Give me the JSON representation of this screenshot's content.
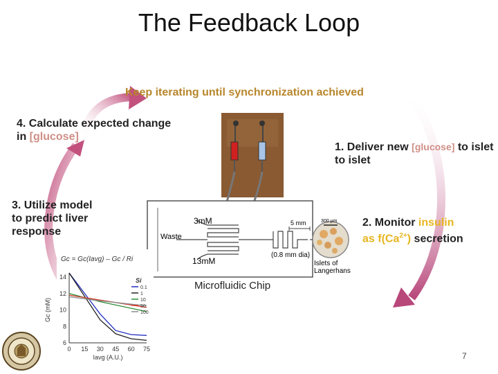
{
  "slide": {
    "title": "The Feedback Loop",
    "loop_caption": "Keep iterating until synchronization achieved",
    "chip_caption": "Microfluidic Chip",
    "page_number": "7"
  },
  "steps": {
    "s4": {
      "pre": "4. Calculate expected change",
      "line2_pre": "in ",
      "highlight": "[glucose]"
    },
    "s1": {
      "pre": "1. Deliver new ",
      "highlight": "[glucose]",
      "post": " to islet",
      "line2": "to islet"
    },
    "s3": {
      "line1": "3. Utilize model",
      "line2": "to predict liver",
      "line3": "response"
    },
    "s2": {
      "line1_pre": "2. Monitor ",
      "line1_hl": "insulin",
      "line2_hl": "as f(Ca",
      "sup": "2+",
      "line2_hl_close": ")",
      "line2_post": " secretion"
    }
  },
  "chip": {
    "label_3mm": "3mM",
    "label_13mm": "13mM",
    "label_waste": "Waste",
    "label_5mm": "5 mm",
    "label_dia": "(0.8 mm dia)",
    "label_islets": "Islets of",
    "label_langerhans": "Langerhans",
    "label_scale": "300 µm"
  },
  "graph": {
    "equation": "Gc = Gc(Iavg) – Gc / Ri",
    "legend_title": "Si",
    "legend_entries": [
      "0.1",
      "1",
      "10",
      "50",
      "100"
    ],
    "xlabel": "Iavg (A.U.)",
    "ylabel": "Gc (mM)",
    "colors": [
      "#1f2dbf",
      "#222222",
      "#2f8f3a",
      "#d43a2a",
      "#8a8a8a"
    ]
  },
  "chart_data": {
    "type": "line",
    "xlabel": "Iavg (A.U.)",
    "ylabel": "Gc (mM)",
    "x_ticks": [
      0,
      15,
      30,
      45,
      60,
      75
    ],
    "y_ticks": [
      6,
      8,
      10,
      12,
      14
    ],
    "xlim": [
      0,
      75
    ],
    "ylim": [
      6,
      14
    ],
    "series": [
      {
        "name": "0.1",
        "points": [
          [
            0,
            14.5
          ],
          [
            30,
            9.5
          ],
          [
            45,
            7.5
          ],
          [
            60,
            7.0
          ],
          [
            75,
            6.9
          ]
        ]
      },
      {
        "name": "1",
        "points": [
          [
            0,
            14.5
          ],
          [
            30,
            8.8
          ],
          [
            45,
            7.1
          ],
          [
            60,
            6.5
          ],
          [
            75,
            6.3
          ]
        ]
      },
      {
        "name": "10",
        "points": [
          [
            0,
            12.0
          ],
          [
            30,
            11.0
          ],
          [
            45,
            10.6
          ],
          [
            60,
            10.2
          ],
          [
            75,
            9.8
          ]
        ]
      },
      {
        "name": "50",
        "points": [
          [
            0,
            11.8
          ],
          [
            30,
            11.2
          ],
          [
            45,
            10.9
          ],
          [
            60,
            10.6
          ],
          [
            75,
            10.3
          ]
        ]
      },
      {
        "name": "100",
        "points": [
          [
            0,
            11.6
          ],
          [
            30,
            11.1
          ],
          [
            45,
            10.9
          ],
          [
            60,
            10.7
          ],
          [
            75,
            10.5
          ]
        ]
      }
    ]
  }
}
